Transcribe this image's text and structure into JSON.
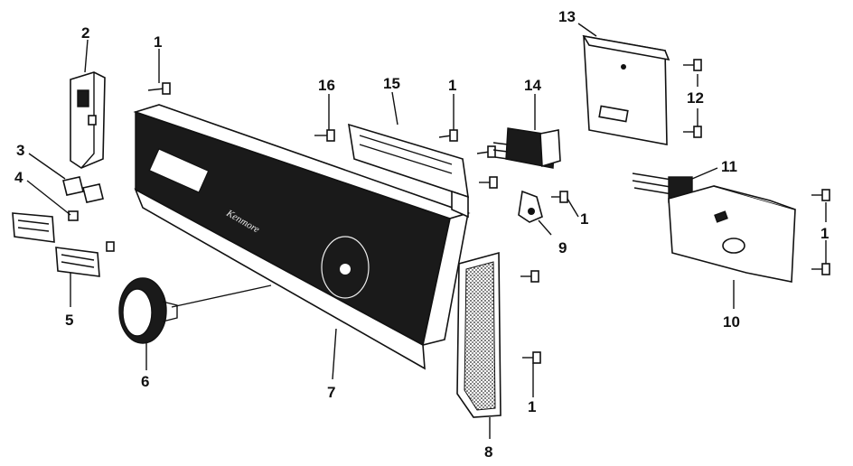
{
  "brand": "Kenmore",
  "callouts": [
    {
      "id": "c2",
      "text": "2"
    },
    {
      "id": "c1a",
      "text": "1"
    },
    {
      "id": "c3",
      "text": "3"
    },
    {
      "id": "c4",
      "text": "4"
    },
    {
      "id": "c5",
      "text": "5"
    },
    {
      "id": "c6",
      "text": "6"
    },
    {
      "id": "c7",
      "text": "7"
    },
    {
      "id": "c16",
      "text": "16"
    },
    {
      "id": "c15",
      "text": "15"
    },
    {
      "id": "c1b",
      "text": "1"
    },
    {
      "id": "c14",
      "text": "14"
    },
    {
      "id": "c13",
      "text": "13"
    },
    {
      "id": "c12",
      "text": "12"
    },
    {
      "id": "c11",
      "text": "11"
    },
    {
      "id": "c1c",
      "text": "1"
    },
    {
      "id": "c9",
      "text": "9"
    },
    {
      "id": "c1d",
      "text": "1"
    },
    {
      "id": "c10",
      "text": "10"
    },
    {
      "id": "c8",
      "text": "8"
    },
    {
      "id": "c1e",
      "text": "1"
    }
  ]
}
